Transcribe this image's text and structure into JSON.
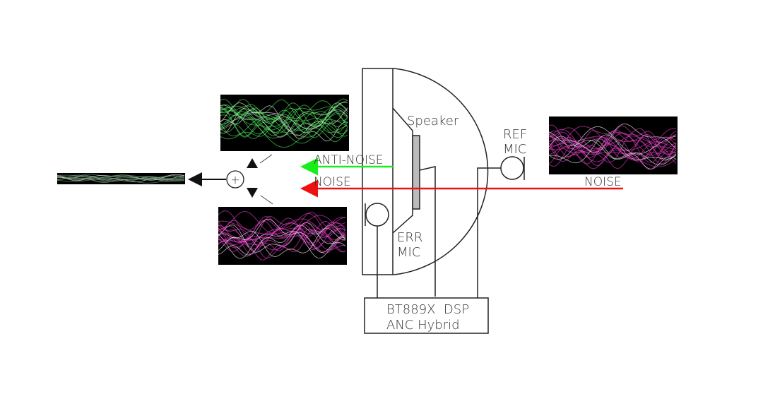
{
  "labels": {
    "speaker": "Speaker",
    "ref_mic_line1": "REF",
    "ref_mic_line2": "MIC",
    "err_mic_line1": "ERR",
    "err_mic_line2": "MIC",
    "anti_noise": "ANTI-NOISE",
    "noise_inner": "NOISE",
    "noise_outer": "NOISE",
    "dsp_line1": "BT889X  DSP",
    "dsp_line2": "ANC Hybrid",
    "sum_symbol": "+"
  },
  "colors": {
    "anti_noise_arrow": "#1aee1a",
    "noise_arrow": "#ee1111",
    "line": "#222222",
    "wave_green": "#55ff66",
    "wave_pink": "#ff44dd",
    "wave_background": "#000000"
  },
  "icons": {
    "ref_mic": "microphone-icon",
    "err_mic": "microphone-icon",
    "summing_junction": "plus-circle-icon"
  }
}
